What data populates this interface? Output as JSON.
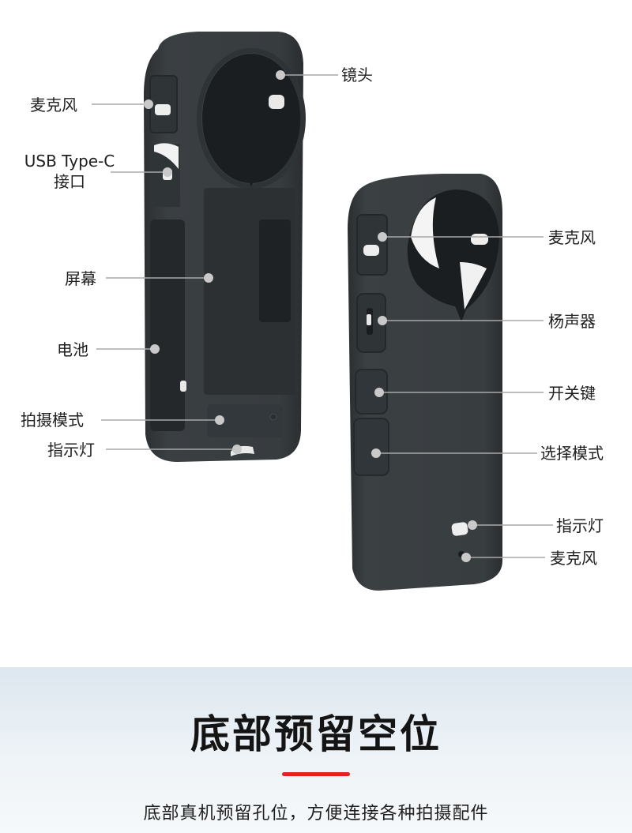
{
  "colors": {
    "case_body": "#353a3d",
    "case_shadow": "#24282a",
    "cutout": "#1b1e20",
    "leader_line": "#a8a8a8",
    "dot": "#c9c9c9",
    "accent_underline": "#e3211f"
  },
  "left_case": {
    "labels": {
      "microphone": "麦克风",
      "usb_line1": "USB Type-C",
      "usb_line2": "接口",
      "screen": "屏幕",
      "battery": "电池",
      "shoot_mode": "拍摄模式",
      "indicator": "指示灯"
    },
    "lens": "镜头"
  },
  "right_case": {
    "labels": {
      "microphone_top": "麦克风",
      "speaker": "杨声器",
      "power_key": "开关键",
      "select_mode": "选择模式",
      "indicator": "指示灯",
      "microphone_bottom": "麦克风"
    }
  },
  "section": {
    "title": "底部预留空位",
    "description": "底部真机预留孔位，方便连接各种拍摄配件"
  }
}
